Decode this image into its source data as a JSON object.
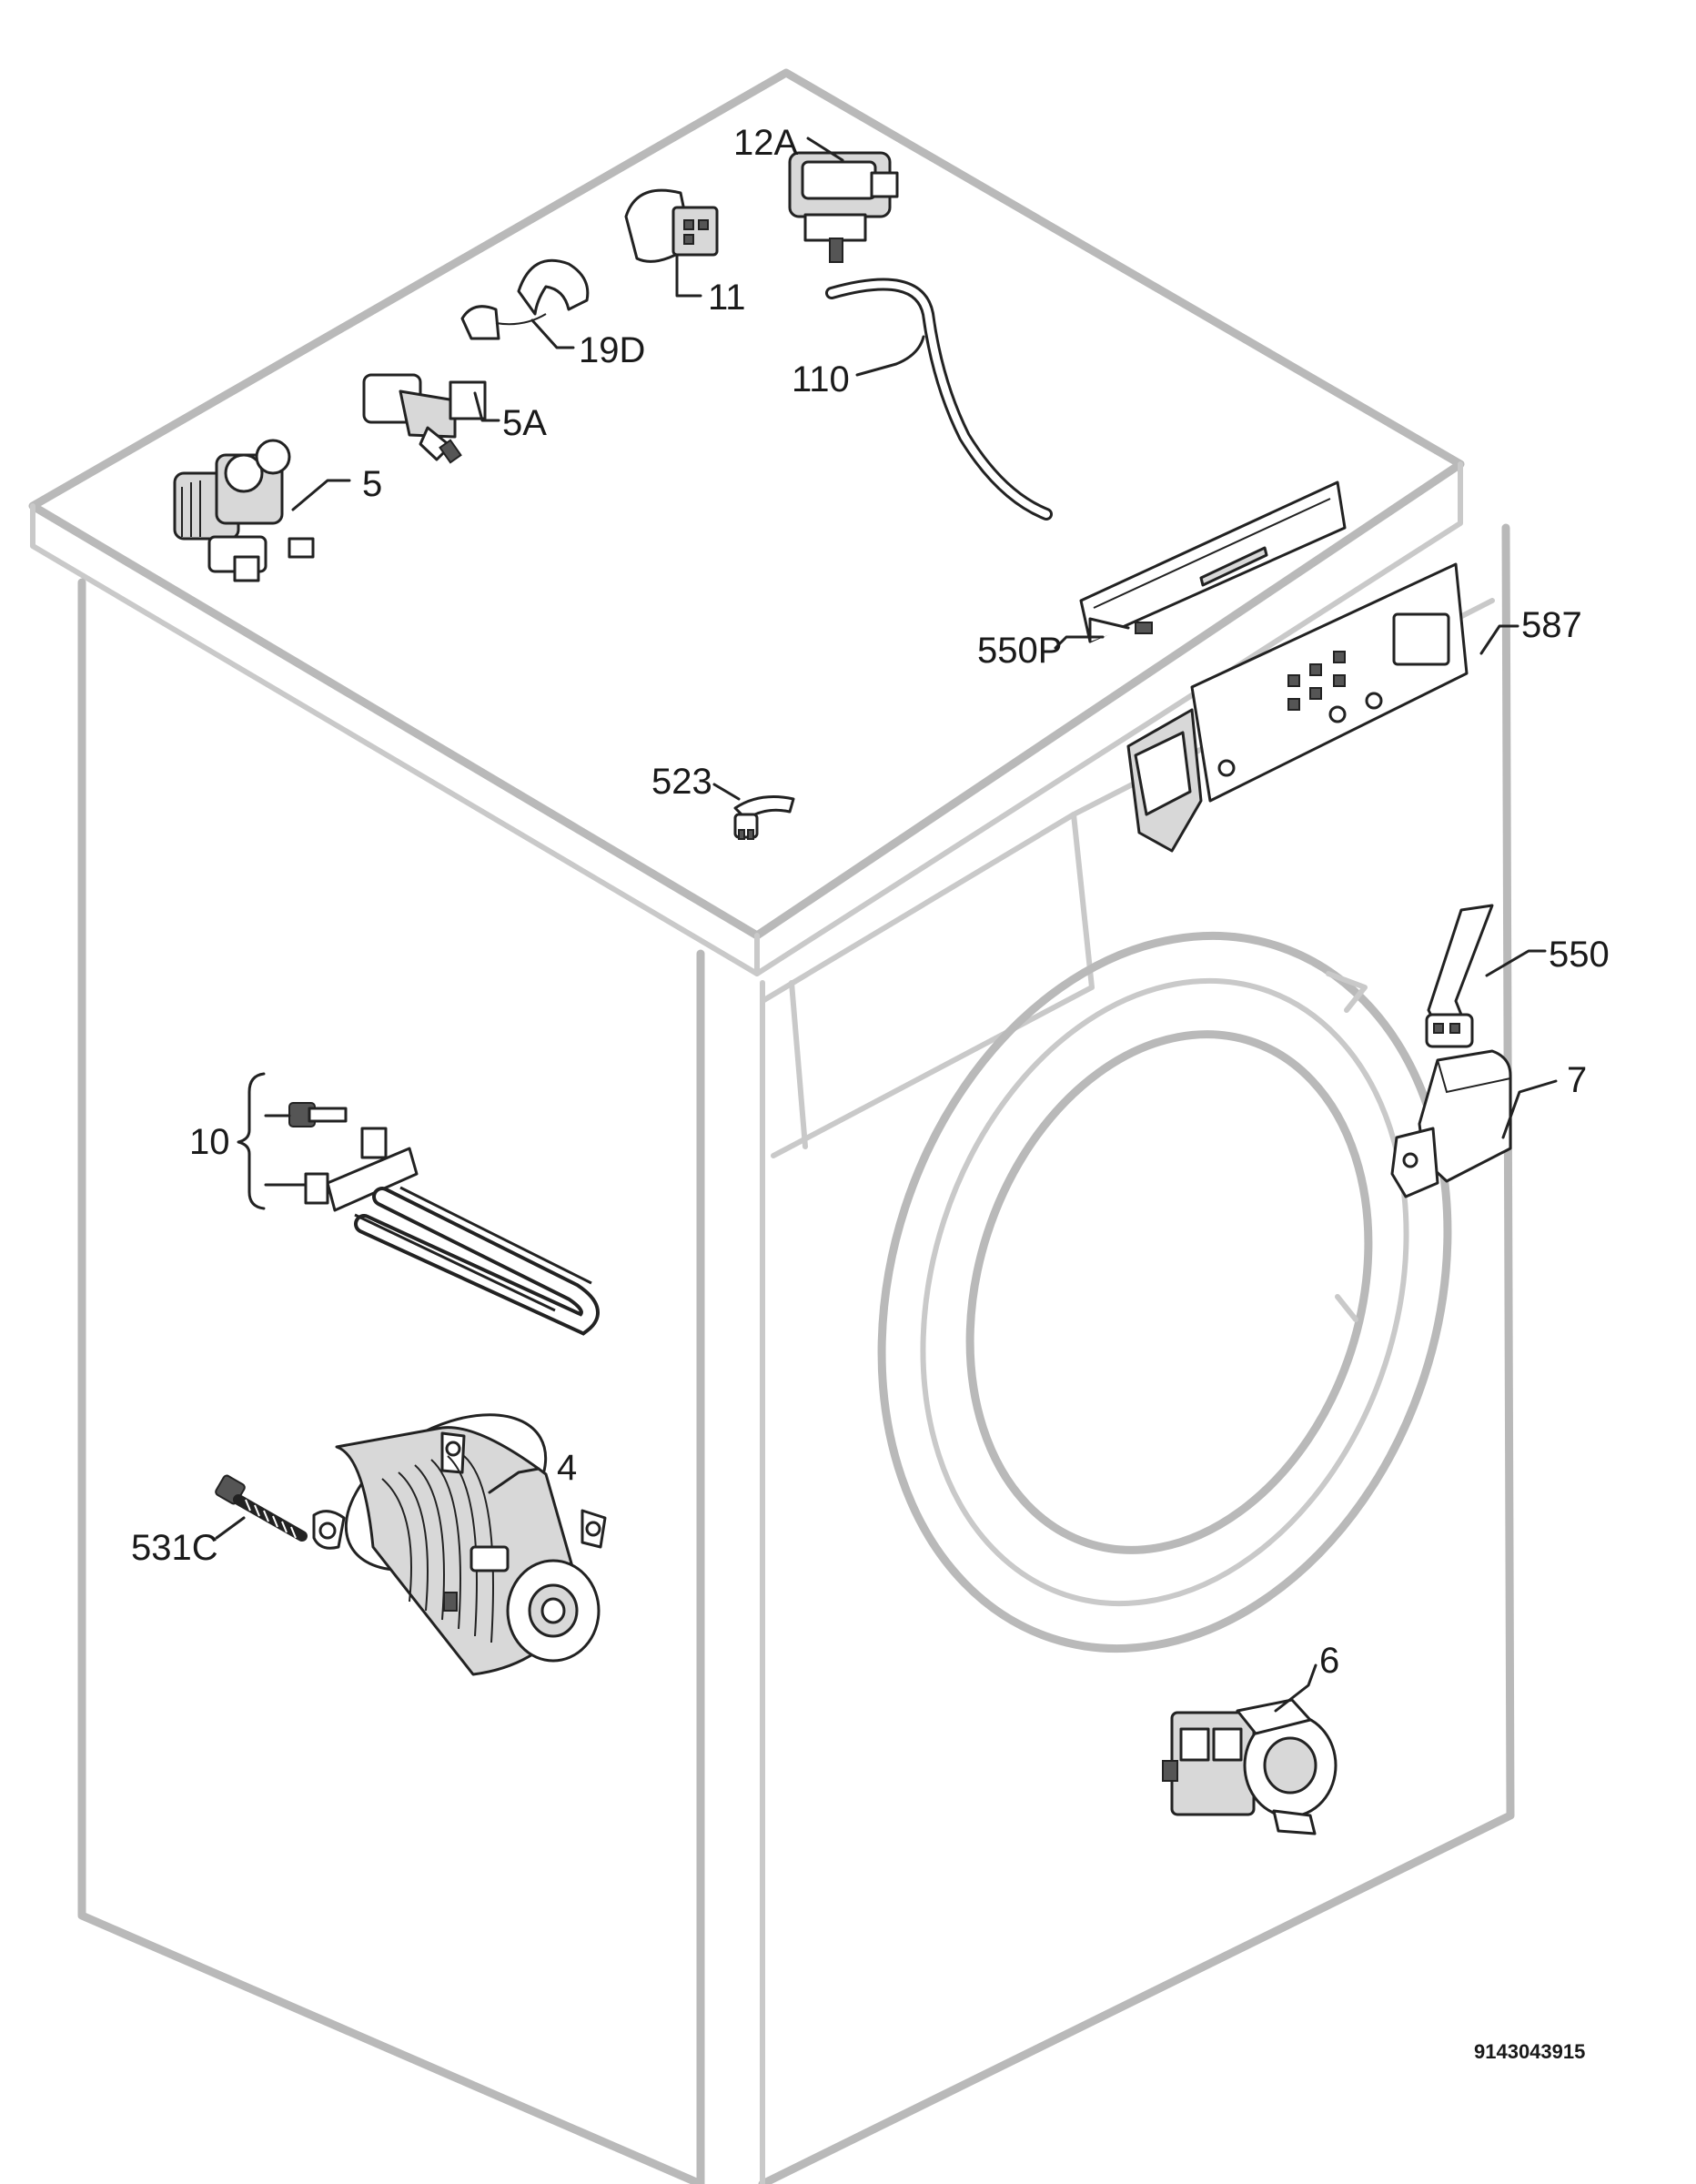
{
  "diagram": {
    "callouts": {
      "p12A": "12A",
      "p11": "11",
      "p19D": "19D",
      "p110": "110",
      "p5A": "5A",
      "p5": "5",
      "p550P": "550P",
      "p587": "587",
      "p523": "523",
      "p550": "550",
      "p7": "7",
      "p10": "10",
      "p4": "4",
      "p531C": "531C",
      "p6": "6"
    },
    "drawing_code": "9143043915"
  }
}
